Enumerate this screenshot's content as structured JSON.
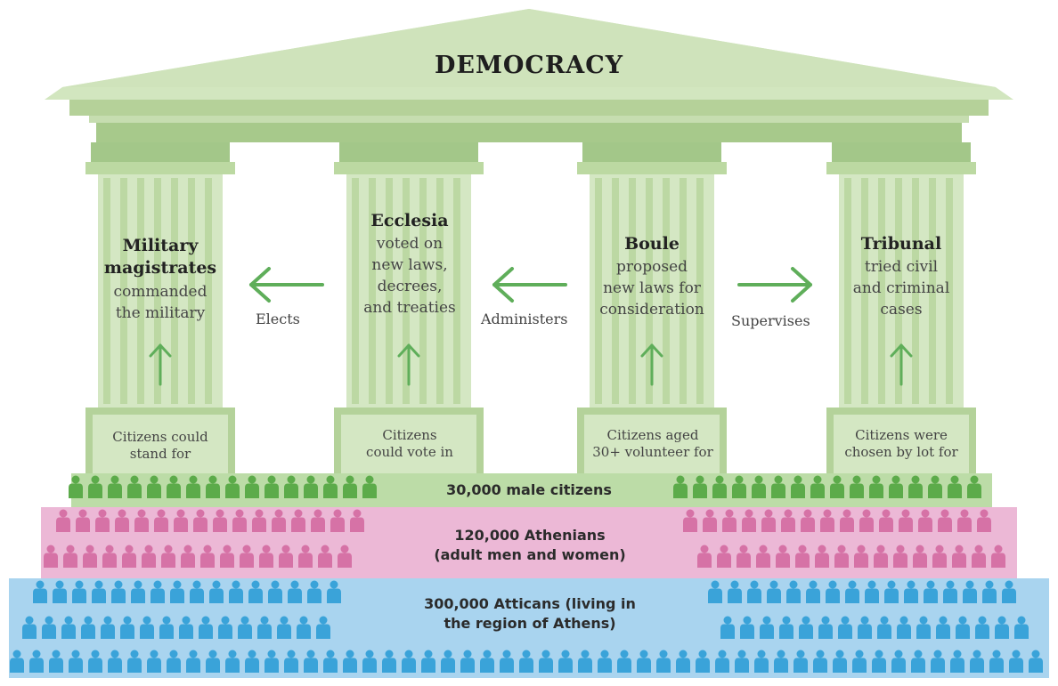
{
  "title": "DEMOCRACY",
  "colors": {
    "column": "#c6ddb0",
    "column_dark": "#9fc285",
    "roof": "#d2e6bf",
    "green_tier": "#5cab4a",
    "pink_tier": "#d672a6",
    "pink_band": "#ecb8d6",
    "blue_tier": "#3aa3d9",
    "blue_band": "#a9d4ef",
    "green_band": "#bcdca7",
    "arrow": "#5fae5a"
  },
  "pillars": [
    {
      "title": "Military",
      "title2": "magistrates",
      "desc": [
        "commanded",
        "the military"
      ],
      "base": [
        "Citizens could",
        "stand for"
      ]
    },
    {
      "title": "Ecclesia",
      "title2": "",
      "desc": [
        "voted on",
        "new laws,",
        "decrees,",
        "and treaties"
      ],
      "base": [
        "Citizens",
        "could vote in"
      ]
    },
    {
      "title": "Boule",
      "title2": "",
      "desc": [
        "proposed",
        "new laws for",
        "consideration"
      ],
      "base": [
        "Citizens aged",
        "30+ volunteer for"
      ]
    },
    {
      "title": "Tribunal",
      "title2": "",
      "desc": [
        "tried civil",
        "and criminal",
        "cases"
      ],
      "base": [
        "Citizens were",
        "chosen by lot for"
      ]
    }
  ],
  "relations": [
    {
      "label": "Elects",
      "direction": "left"
    },
    {
      "label": "Administers",
      "direction": "left"
    },
    {
      "label": "Supervises",
      "direction": "right"
    }
  ],
  "tiers": {
    "citizens": "30,000 male citizens",
    "athenians": [
      "120,000 Athenians",
      "(adult men and women)"
    ],
    "atticans": [
      "300,000 Atticans (living in",
      "the region of Athens)"
    ]
  }
}
